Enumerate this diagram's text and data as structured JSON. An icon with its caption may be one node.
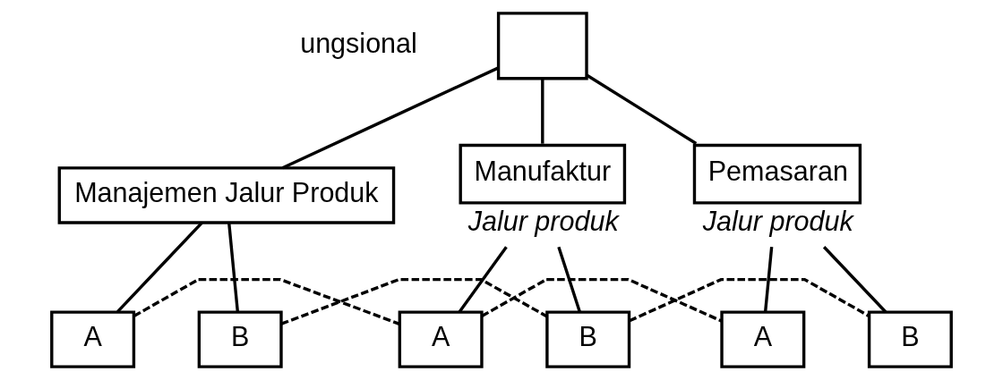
{
  "diagram": {
    "nodes": [
      {
        "text": [],
        "shape": "box"
      },
      {
        "text": [
          "Manajemen Jalur Produk"
        ]
      },
      {
        "text": [
          "Manufaktur"
        ],
        "beside": [
          "Jalur produk"
        ]
      },
      {
        "text": [
          "Pemasaran"
        ],
        "beside": [
          "Jalur produk"
        ]
      },
      {
        "text": [
          "A"
        ]
      },
      {
        "text": [
          "B"
        ]
      },
      {
        "text": [
          "A"
        ]
      },
      {
        "text": [
          "B"
        ]
      },
      {
        "text": [
          "A"
        ]
      },
      {
        "text": [
          "B"
        ]
      }
    ],
    "edges": [
      {
        "from": 0,
        "to": 1,
        "arrow": "none"
      },
      {
        "from": 0,
        "to": 2,
        "arrow": "none"
      },
      {
        "from": 0,
        "to": 3,
        "arrow": "none"
      },
      {
        "from": 1,
        "to": 4,
        "arrow": "none"
      },
      {
        "from": 1,
        "to": 5,
        "arrow": "none"
      },
      {
        "from": 2,
        "to": 6,
        "arrow": "none"
      },
      {
        "from": 2,
        "to": 7,
        "arrow": "none"
      },
      {
        "from": 3,
        "to": 8,
        "arrow": "none"
      },
      {
        "from": 3,
        "to": 9,
        "arrow": "none"
      },
      {
        "from": 4,
        "to": 6,
        "arrow": "none",
        "style": "dashed"
      },
      {
        "from": 6,
        "to": 8,
        "arrow": "none",
        "style": "dashed"
      },
      {
        "from": 5,
        "to": 7,
        "arrow": "none",
        "style": "dashed"
      },
      {
        "from": 7,
        "to": 9,
        "arrow": "none",
        "style": "dashed"
      }
    ],
    "labels": [
      "ungsional"
    ]
  }
}
